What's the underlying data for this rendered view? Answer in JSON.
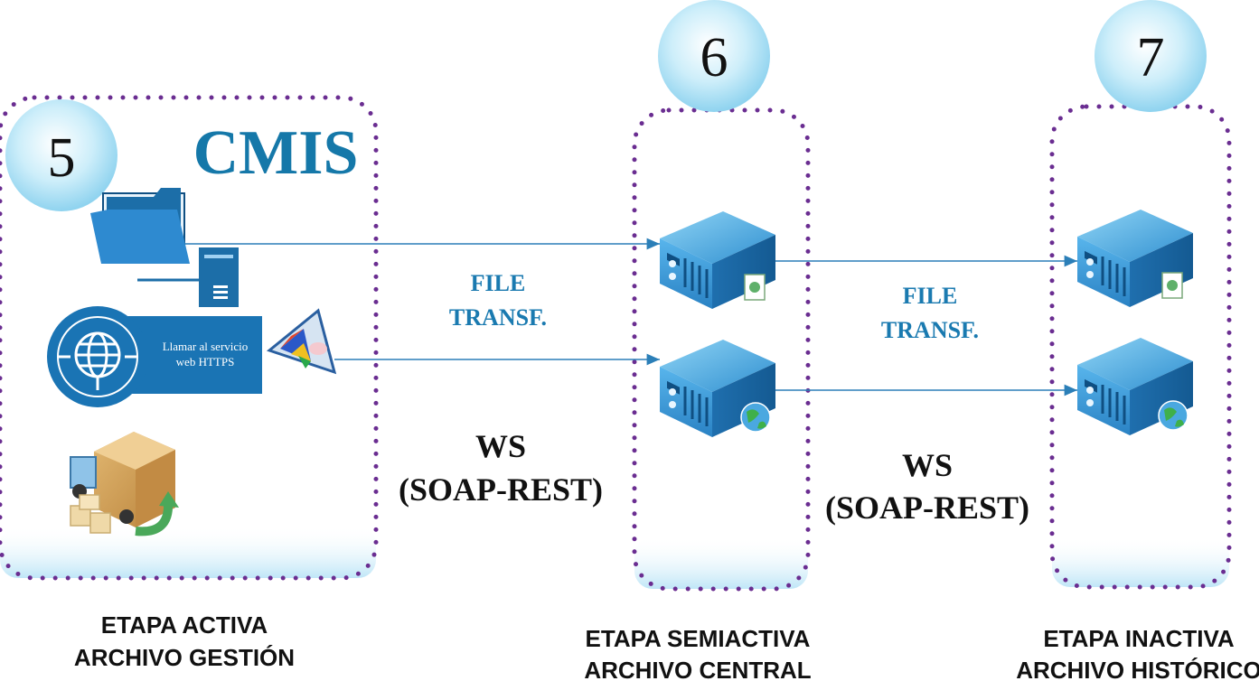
{
  "stages": [
    {
      "number": "5",
      "title": "CMIS",
      "caption_line1": "ETAPA ACTIVA",
      "caption_line2": "ARCHIVO GESTIÓN"
    },
    {
      "number": "6",
      "caption_line1": "ETAPA SEMIACTIVA",
      "caption_line2": "ARCHIVO CENTRAL"
    },
    {
      "number": "7",
      "caption_line1": "ETAPA INACTIVA",
      "caption_line2": "ARCHIVO HISTÓRICO"
    }
  ],
  "web_service_panel": {
    "line1": "Llamar al servicio",
    "line2": "web HTTPS"
  },
  "links": [
    {
      "file_line1": "FILE",
      "file_line2": "TRANSF.",
      "ws_line1": "WS",
      "ws_line2": "(SOAP-REST)"
    },
    {
      "file_line1": "FILE",
      "file_line2": "TRANSF.",
      "ws_line1": "WS",
      "ws_line2": "(SOAP-REST)"
    }
  ],
  "colors": {
    "dotted_border": "#6a2d91",
    "label_blue": "#1a7ab0",
    "cmis_blue": "#1578a9",
    "server_blue": "#2a88c7",
    "arrow": "#2b7fb8",
    "circle_fill": "#a9ddf3"
  },
  "icons": [
    "folder-icon",
    "computer-tower-icon",
    "globe-icon",
    "color-triangle-icon",
    "delivery-truck-icon",
    "server-icon"
  ]
}
